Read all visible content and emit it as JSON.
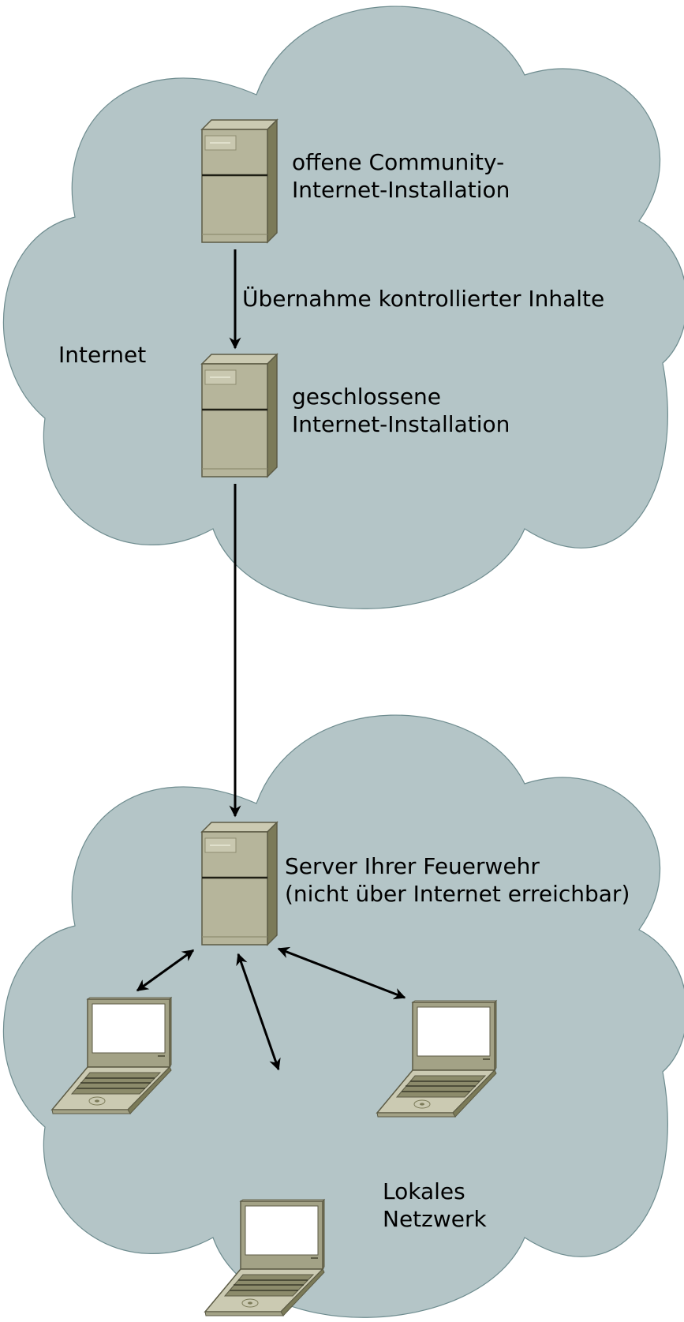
{
  "clouds": {
    "internet": {
      "label": "Internet",
      "fill": "#b4c5c7",
      "stroke": "#6e8c8f"
    },
    "local": {
      "label_line1": "Lokales",
      "label_line2": "Netzwerk",
      "fill": "#b4c5c7",
      "stroke": "#6e8c8f"
    }
  },
  "servers": {
    "community": {
      "line1": "offene Community-",
      "line2": "Internet-Installation"
    },
    "closed": {
      "line1": "geschlossene",
      "line2": "Internet-Installation"
    },
    "local": {
      "line1": "Server Ihrer Feuerwehr",
      "line2": "(nicht über Internet erreichbar)"
    }
  },
  "arrows": {
    "transfer_label": "Übernahme kontrollierter Inhalte"
  },
  "laptops": [
    {
      "name": "laptop-left"
    },
    {
      "name": "laptop-middle"
    },
    {
      "name": "laptop-right"
    }
  ],
  "colors": {
    "device_face": "#b6b59b",
    "device_top": "#cbcab2",
    "device_side": "#7b7a58",
    "device_outline": "#5c5b45",
    "arrow": "#000000",
    "screen": "#ffffff"
  }
}
